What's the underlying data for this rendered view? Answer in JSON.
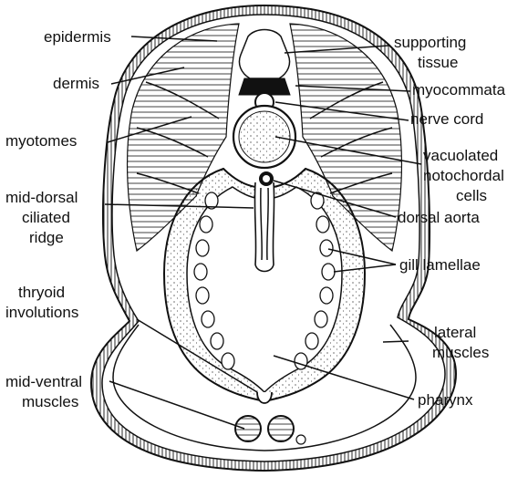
{
  "diagram": {
    "labels": {
      "epidermis": "epidermis",
      "dermis": "dermis",
      "myotomes": "myotomes",
      "mid_dorsal_1": "mid-dorsal",
      "mid_dorsal_2": "ciliated",
      "mid_dorsal_3": "ridge",
      "thryoid_1": "thryoid",
      "thryoid_2": "involutions",
      "mid_ventral_1": "mid-ventral",
      "mid_ventral_2": "muscles",
      "supporting_1": "supporting",
      "supporting_2": "tissue",
      "myocommata": "myocommata",
      "nerve_cord": "nerve  cord",
      "vacuolated_1": "vacuolated",
      "vacuolated_2": "notochordal",
      "vacuolated_3": "cells",
      "dorsal_aorta": "dorsal  aorta",
      "gill_lamellae": "gill  lamellae",
      "lateral_1": "lateral",
      "lateral_2": "muscles",
      "pharynx": "pharynx"
    },
    "colors": {
      "ink": "#111111",
      "paper": "#ffffff"
    }
  }
}
